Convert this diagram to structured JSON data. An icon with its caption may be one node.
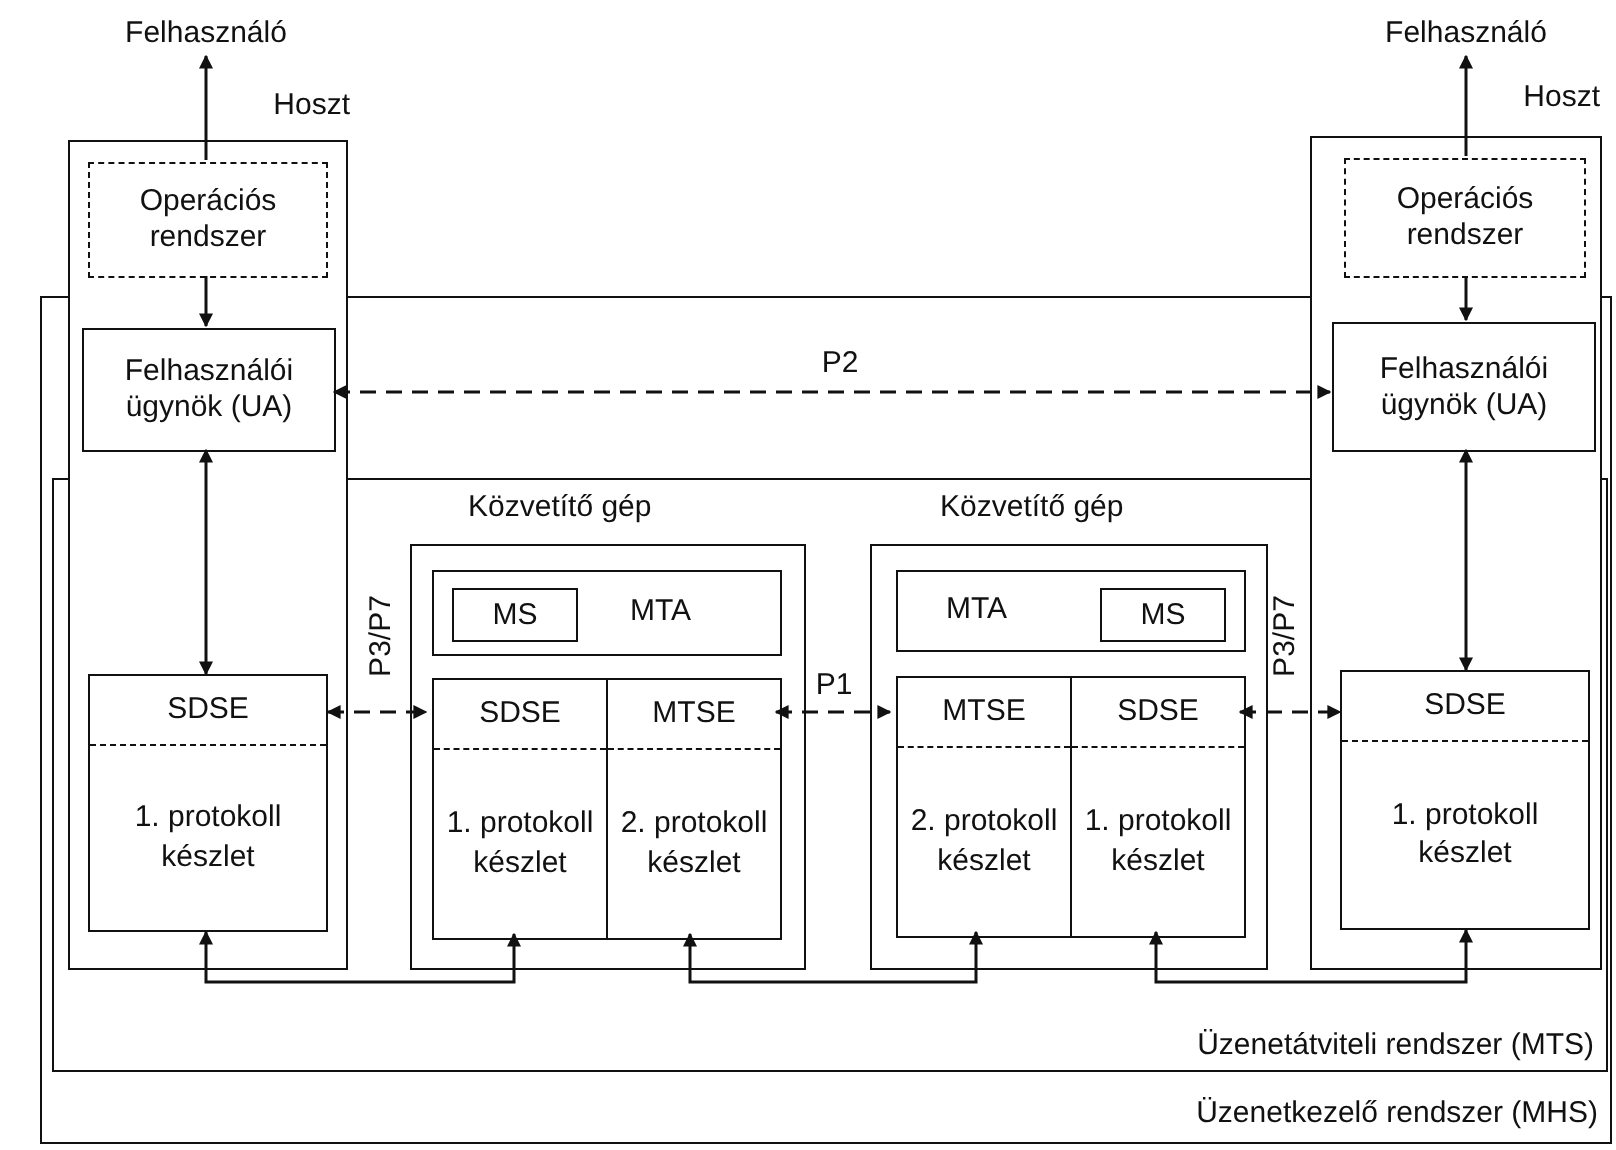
{
  "diagram": {
    "nodes": [
      {
        "text": [
          "Felhasználó"
        ]
      },
      {
        "text": [
          "Hoszt"
        ]
      },
      {
        "text": [
          "Operációs rendszer"
        ],
        "in": 1
      },
      {
        "text": [
          "Felhasználói ügynök (UA)"
        ],
        "in": 1
      },
      {
        "text": [
          "SDSE",
          "1. protokoll készlet"
        ]
      },
      {
        "text": [
          "Felhasználó"
        ]
      },
      {
        "text": [
          "Hoszt"
        ]
      },
      {
        "text": [
          "Operációs rendszer"
        ],
        "in": 6
      },
      {
        "text": [
          "Felhasználói ügynök (UA)"
        ],
        "in": 6
      },
      {
        "text": [
          "SDSE",
          "1. protokoll készlet"
        ]
      },
      {
        "text": [
          "Üzenetkezelő rendszer (MHS)"
        ]
      },
      {
        "text": [
          "Üzenetátviteli rendszer (MTS)"
        ],
        "in": 10
      },
      {
        "text": [
          "Közvetítő gép"
        ],
        "in": 11
      },
      {
        "text": [
          "MTA"
        ],
        "in": 12
      },
      {
        "text": [
          "MS"
        ],
        "in": 13
      },
      {
        "text": [
          "SDSE",
          "1. protokoll készlet"
        ],
        "in": 12
      },
      {
        "text": [
          "MTSE",
          "2. protokoll készlet"
        ],
        "in": 12
      },
      {
        "text": [
          "Közvetítő gép"
        ],
        "in": 11
      },
      {
        "text": [
          "MTA"
        ],
        "in": 17
      },
      {
        "text": [
          "MS"
        ],
        "in": 18
      },
      {
        "text": [
          "MTSE",
          "2. protokoll készlet"
        ],
        "in": 17
      },
      {
        "text": [
          "SDSE",
          "1. protokoll készlet"
        ],
        "in": 17
      }
    ],
    "edges": [
      {
        "from": 2,
        "to": 0,
        "arrow": "to"
      },
      {
        "from": 2,
        "to": 3,
        "arrow": "to"
      },
      {
        "from": 3,
        "to": 4,
        "arrow": "both"
      },
      {
        "from": 3,
        "to": 8,
        "arrow": "both",
        "label": "P2",
        "style": "dashed"
      },
      {
        "from": 4,
        "to": 15,
        "arrow": "both",
        "label": "P3/P7",
        "style": "dashed"
      },
      {
        "from": 16,
        "to": 20,
        "arrow": "both",
        "label": "P1",
        "style": "dashed"
      },
      {
        "from": 21,
        "to": 9,
        "arrow": "both",
        "label": "P3/P7",
        "style": "dashed"
      },
      {
        "from": 7,
        "to": 5,
        "arrow": "to"
      },
      {
        "from": 7,
        "to": 8,
        "arrow": "to"
      },
      {
        "from": 8,
        "to": 9,
        "arrow": "both"
      },
      {
        "from": 4,
        "to": 15,
        "arrow": "both"
      },
      {
        "from": 16,
        "to": 20,
        "arrow": "both"
      },
      {
        "from": 21,
        "to": 9,
        "arrow": "both"
      }
    ]
  }
}
